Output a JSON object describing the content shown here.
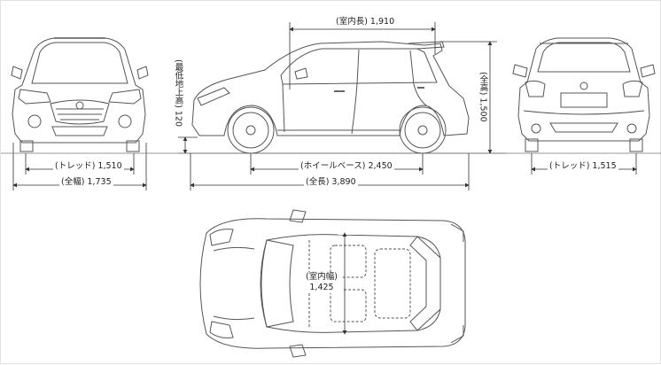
{
  "dimensions": {
    "interior_length": "(室内長) 1,910",
    "min_ground_clearance": "(最低地上高) 120",
    "overall_height": "(全高) 1,500",
    "front_tread": "(トレッド) 1,510",
    "overall_width": "(全幅) 1,735",
    "wheelbase": "(ホイールベース) 2,450",
    "overall_length": "(全長) 3,890",
    "rear_tread": "(トレッド) 1,515",
    "interior_width_label": "(室内幅)",
    "interior_width_value": "1,425"
  },
  "colors": {
    "line": "#555555",
    "dim": "#333333"
  },
  "views": [
    "front-view",
    "side-view",
    "rear-view",
    "top-view"
  ]
}
